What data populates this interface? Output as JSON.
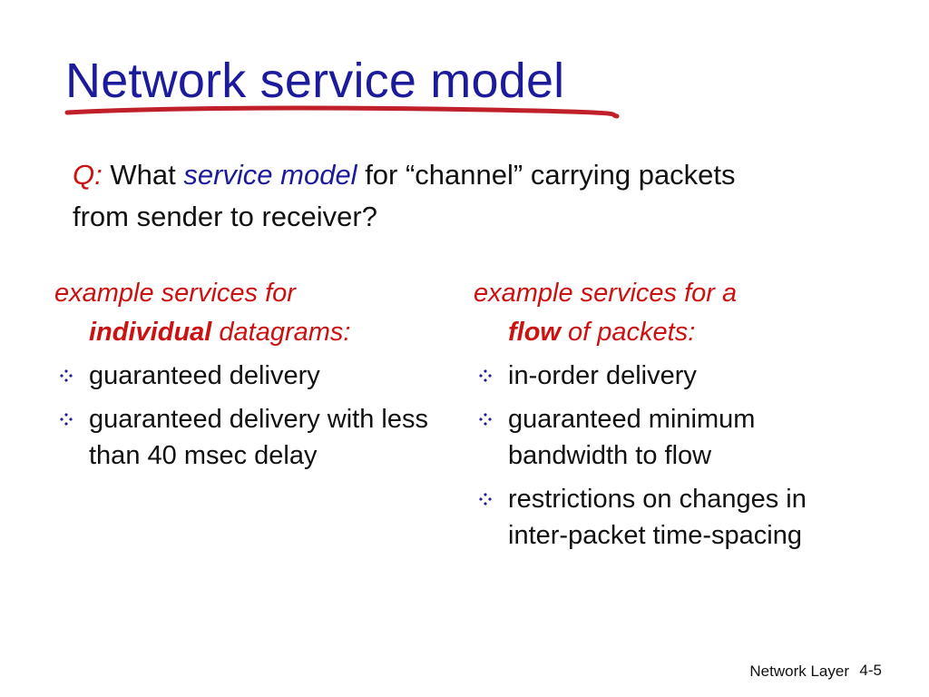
{
  "slide": {
    "title": "Network service model",
    "question": {
      "prefix": "Q:",
      "part1": " What ",
      "emphasis": "service model",
      "part2": " for “channel” carrying packets from sender to receiver?"
    },
    "left_column": {
      "heading_part1": "example services for",
      "heading_bold": "individual",
      "heading_part2": " datagrams:",
      "bullets": [
        "guaranteed delivery",
        "guaranteed delivery with less than 40 msec delay"
      ]
    },
    "right_column": {
      "heading_part1": "example services for a",
      "heading_bold": "flow",
      "heading_part2": " of packets:",
      "bullets": [
        "in-order delivery",
        "guaranteed minimum bandwidth to flow",
        "restrictions on changes in inter-packet time-spacing"
      ]
    },
    "footer": {
      "label": "Network Layer",
      "page": "4-5"
    }
  },
  "colors": {
    "title": "#1b1b9c",
    "accent_red": "#cc1111",
    "underline": "#c0202a",
    "text": "#111111"
  },
  "icons": {
    "bullet": "four-diamond-bullet-icon"
  }
}
